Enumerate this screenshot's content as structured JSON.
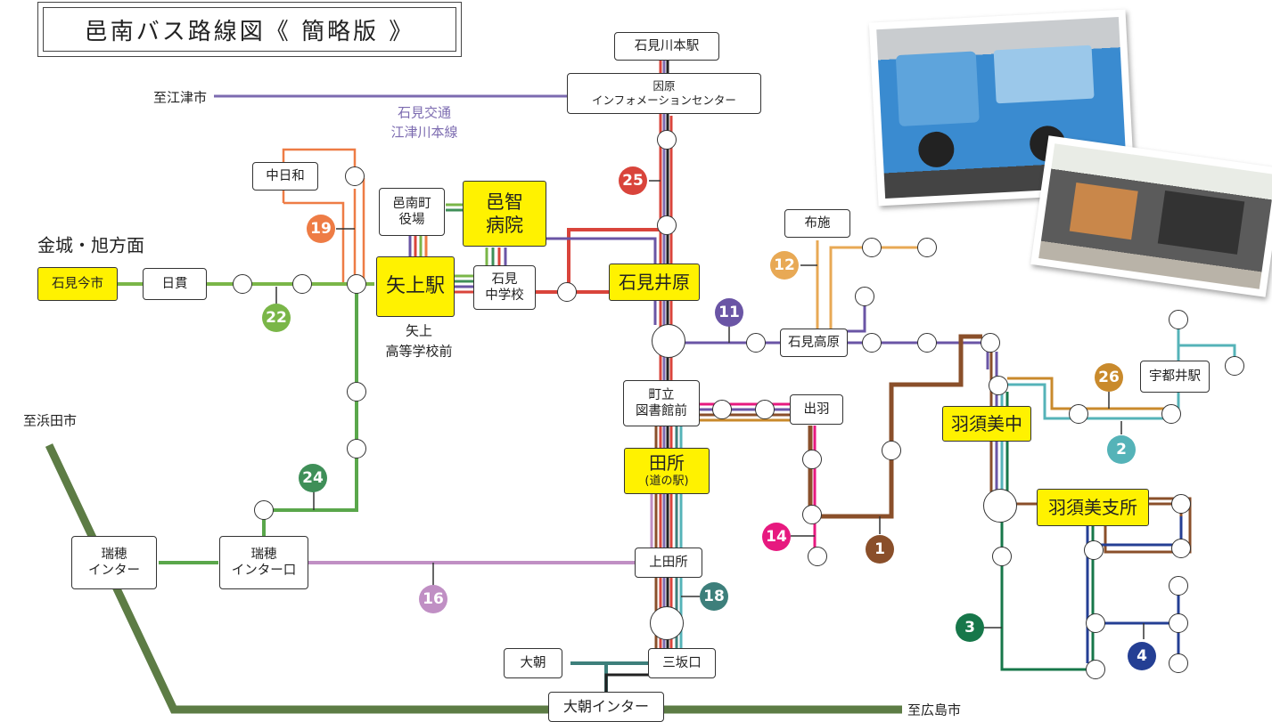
{
  "title": "邑南バス路線図《 簡略版 》",
  "direction_labels": {
    "goutsu": "至江津市",
    "hamada": "至浜田市",
    "hiroshima": "至広島市",
    "kanagi": "金城・旭方面"
  },
  "line_note": {
    "line1": "石見交通",
    "line2": "江津川本線"
  },
  "stations": {
    "iwamikawamoto": "石見川本駅",
    "inbara_1": "因原",
    "inbara_2": "インフォメーションセンター",
    "nakahiwa": "中日和",
    "ohnan_yakuba_1": "邑南町",
    "ohnan_yakuba_2": "役場",
    "fuse": "布施",
    "iwami_chugakko_1": "石見",
    "iwami_chugakko_2": "中学校",
    "iwami_kogen": "石見高原",
    "utsui": "宇都井駅",
    "hinuki": "日貫",
    "library_1": "町立",
    "library_2": "図書館前",
    "izuha": "出羽",
    "kamitadokoro": "上田所",
    "mizuho_ic_1": "瑞穂",
    "mizuho_ic_2": "インター",
    "mizuho_ic_guchi_1": "瑞穂",
    "mizuho_ic_guchi_2": "インター口",
    "oasa": "大朝",
    "misakaguchi": "三坂口",
    "oasa_ic": "大朝インター"
  },
  "major_stations": {
    "iwami_imaichi": "石見今市",
    "yakami": "矢上駅",
    "ochi_hospital_1": "邑智",
    "ochi_hospital_2": "病院",
    "iwami_ibara": "石見井原",
    "tadokoro_1": "田所",
    "tadokoro_2": "(道の駅)",
    "hasumi_naka": "羽須美中",
    "hasumi_shisho": "羽須美支所"
  },
  "yakami_hs_1": "矢上",
  "yakami_hs_2": "高等学校前",
  "routes": [
    {
      "num": "25",
      "color": "#d9443b"
    },
    {
      "num": "19",
      "color": "#ee7c45"
    },
    {
      "num": "22",
      "color": "#7ab648"
    },
    {
      "num": "12",
      "color": "#e8a955"
    },
    {
      "num": "11",
      "color": "#6a55a5"
    },
    {
      "num": "26",
      "color": "#c98a2c"
    },
    {
      "num": "2",
      "color": "#55b3b8"
    },
    {
      "num": "24",
      "color": "#3f8f58"
    },
    {
      "num": "14",
      "color": "#e7197f"
    },
    {
      "num": "1",
      "color": "#8a4f2a"
    },
    {
      "num": "16",
      "color": "#c08fc4"
    },
    {
      "num": "18",
      "color": "#3d7f7b"
    },
    {
      "num": "3",
      "color": "#17774a"
    },
    {
      "num": "4",
      "color": "#243f94"
    }
  ],
  "colors": {
    "highlight": "#fff200",
    "highway": "#5d7c45"
  }
}
